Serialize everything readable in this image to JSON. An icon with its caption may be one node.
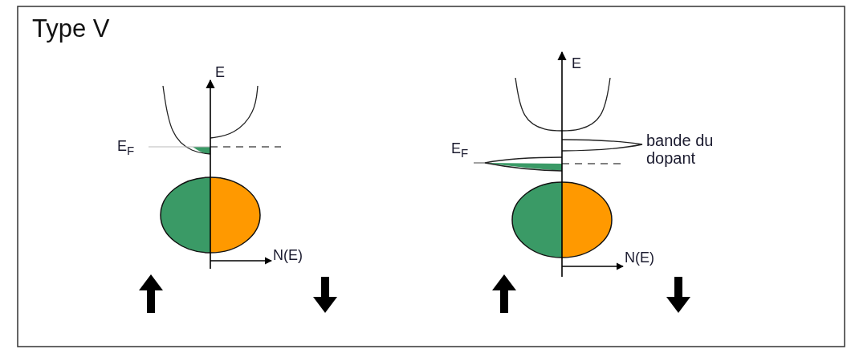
{
  "diagram": {
    "title": "Type V",
    "labels": [
      "E",
      "E$_{F}$",
      "N(E)",
      "E",
      "bande du dopant",
      "E$_{F}$",
      "N(E)"
    ]
  }
}
